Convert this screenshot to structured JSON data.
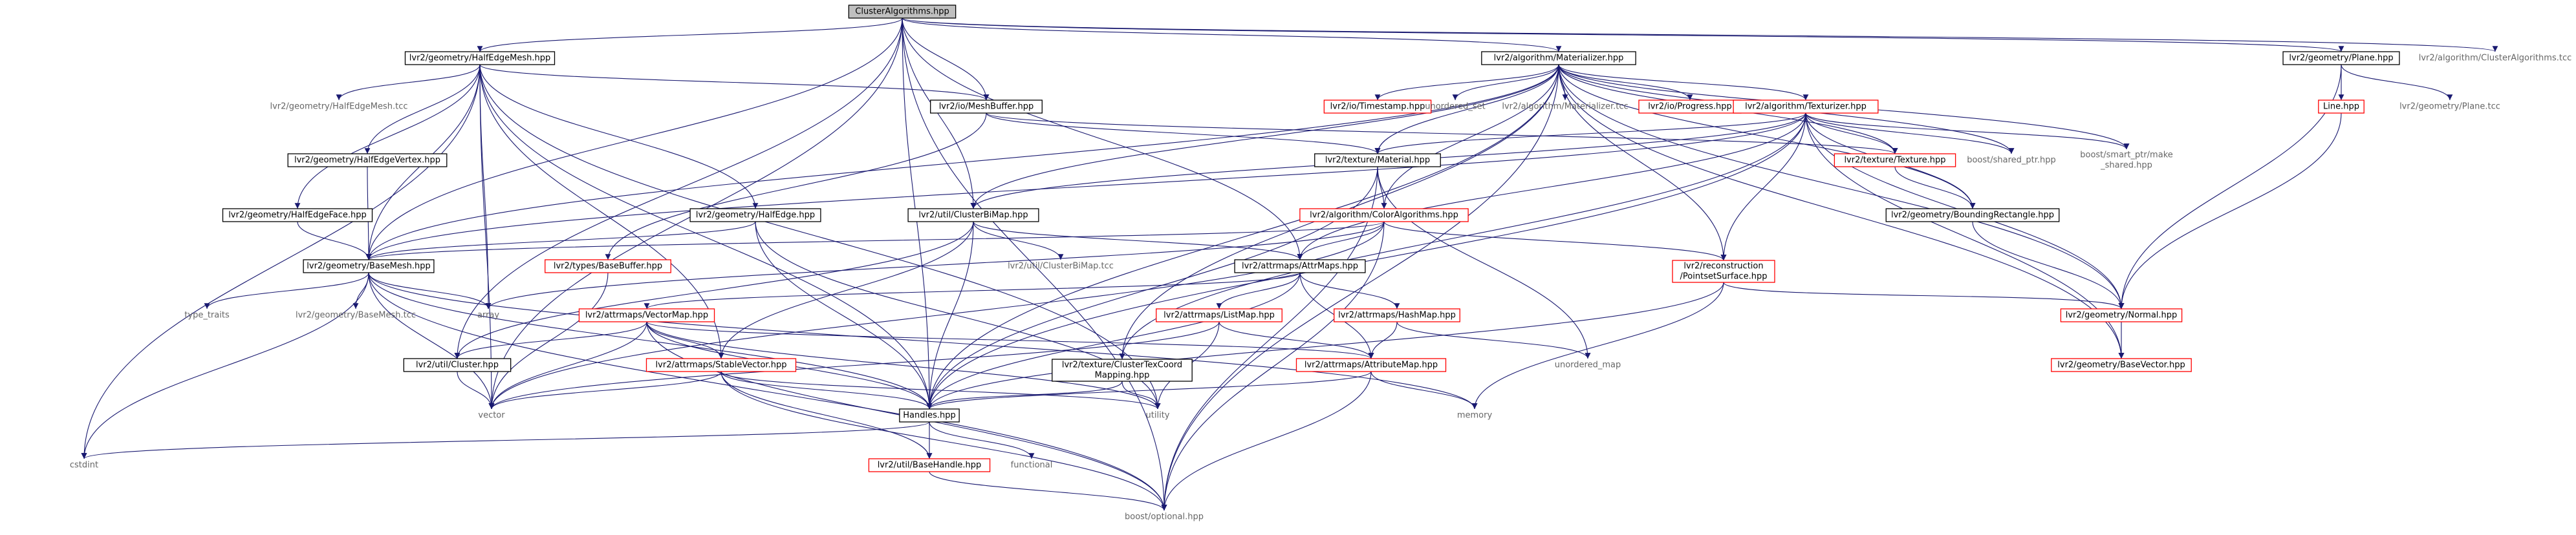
{
  "colors": {
    "edge": "#191970",
    "box_border_normal": "#000000",
    "box_border_truncated": "#ff0000",
    "text": "#000000",
    "text_external": "#666666",
    "root_fill": "#bfbfbf"
  },
  "nodes": [
    {
      "id": "ClusterAlgorithms.hpp",
      "label": [
        "ClusterAlgorithms.hpp"
      ],
      "kind": "root"
    },
    {
      "id": "HalfEdgeMesh.hpp",
      "label": [
        "lvr2/geometry/HalfEdgeMesh.hpp"
      ],
      "kind": "normal"
    },
    {
      "id": "Materializer.hpp",
      "label": [
        "lvr2/algorithm/Materializer.hpp"
      ],
      "kind": "normal"
    },
    {
      "id": "Plane.hpp",
      "label": [
        "lvr2/geometry/Plane.hpp"
      ],
      "kind": "normal"
    },
    {
      "id": "ClusterAlgorithms.tcc",
      "label": [
        "lvr2/algorithm/ClusterAlgorithms.tcc"
      ],
      "kind": "external"
    },
    {
      "id": "HalfEdgeMesh.tcc",
      "label": [
        "lvr2/geometry/HalfEdgeMesh.tcc"
      ],
      "kind": "external"
    },
    {
      "id": "MeshBuffer.hpp",
      "label": [
        "lvr2/io/MeshBuffer.hpp"
      ],
      "kind": "normal"
    },
    {
      "id": "Timestamp.hpp",
      "label": [
        "lvr2/io/Timestamp.hpp"
      ],
      "kind": "truncated"
    },
    {
      "id": "unordered_set",
      "label": [
        "unordered_set"
      ],
      "kind": "external"
    },
    {
      "id": "Materializer.tcc",
      "label": [
        "lvr2/algorithm/Materializer.tcc"
      ],
      "kind": "external"
    },
    {
      "id": "Progress.hpp",
      "label": [
        "lvr2/io/Progress.hpp"
      ],
      "kind": "truncated"
    },
    {
      "id": "Texturizer.hpp",
      "label": [
        "lvr2/algorithm/Texturizer.hpp"
      ],
      "kind": "truncated"
    },
    {
      "id": "Line.hpp",
      "label": [
        "Line.hpp"
      ],
      "kind": "truncated"
    },
    {
      "id": "Plane.tcc",
      "label": [
        "lvr2/geometry/Plane.tcc"
      ],
      "kind": "external"
    },
    {
      "id": "HalfEdgeVertex.hpp",
      "label": [
        "lvr2/geometry/HalfEdgeVertex.hpp"
      ],
      "kind": "normal"
    },
    {
      "id": "Material.hpp",
      "label": [
        "lvr2/texture/Material.hpp"
      ],
      "kind": "normal"
    },
    {
      "id": "Texture.hpp",
      "label": [
        "lvr2/texture/Texture.hpp"
      ],
      "kind": "truncated"
    },
    {
      "id": "shared_ptr.hpp",
      "label": [
        "boost/shared_ptr.hpp"
      ],
      "kind": "external"
    },
    {
      "id": "make_shared.hpp",
      "label": [
        "boost/smart_ptr/make",
        "_shared.hpp"
      ],
      "kind": "external"
    },
    {
      "id": "HalfEdgeFace.hpp",
      "label": [
        "lvr2/geometry/HalfEdgeFace.hpp"
      ],
      "kind": "normal"
    },
    {
      "id": "HalfEdge.hpp",
      "label": [
        "lvr2/geometry/HalfEdge.hpp"
      ],
      "kind": "normal"
    },
    {
      "id": "ClusterBiMap.hpp",
      "label": [
        "lvr2/util/ClusterBiMap.hpp"
      ],
      "kind": "normal"
    },
    {
      "id": "ColorAlgorithms.hpp",
      "label": [
        "lvr2/algorithm/ColorAlgorithms.hpp"
      ],
      "kind": "truncated"
    },
    {
      "id": "BoundingRectangle.hpp",
      "label": [
        "lvr2/geometry/BoundingRectangle.hpp"
      ],
      "kind": "normal"
    },
    {
      "id": "BaseMesh.hpp",
      "label": [
        "lvr2/geometry/BaseMesh.hpp"
      ],
      "kind": "normal"
    },
    {
      "id": "BaseBuffer.hpp",
      "label": [
        "lvr2/types/BaseBuffer.hpp"
      ],
      "kind": "truncated"
    },
    {
      "id": "ClusterBiMap.tcc",
      "label": [
        "lvr2/util/ClusterBiMap.tcc"
      ],
      "kind": "external"
    },
    {
      "id": "AttrMaps.hpp",
      "label": [
        "lvr2/attrmaps/AttrMaps.hpp"
      ],
      "kind": "normal"
    },
    {
      "id": "PointsetSurface.hpp",
      "label": [
        "lvr2/reconstruction",
        "/PointsetSurface.hpp"
      ],
      "kind": "truncated"
    },
    {
      "id": "type_traits",
      "label": [
        "type_traits"
      ],
      "kind": "external"
    },
    {
      "id": "BaseMesh.tcc",
      "label": [
        "lvr2/geometry/BaseMesh.tcc"
      ],
      "kind": "external"
    },
    {
      "id": "array",
      "label": [
        "array"
      ],
      "kind": "external"
    },
    {
      "id": "VectorMap.hpp",
      "label": [
        "lvr2/attrmaps/VectorMap.hpp"
      ],
      "kind": "truncated"
    },
    {
      "id": "ListMap.hpp",
      "label": [
        "lvr2/attrmaps/ListMap.hpp"
      ],
      "kind": "truncated"
    },
    {
      "id": "HashMap.hpp",
      "label": [
        "lvr2/attrmaps/HashMap.hpp"
      ],
      "kind": "truncated"
    },
    {
      "id": "Normal.hpp",
      "label": [
        "lvr2/geometry/Normal.hpp"
      ],
      "kind": "truncated"
    },
    {
      "id": "Cluster.hpp",
      "label": [
        "lvr2/util/Cluster.hpp"
      ],
      "kind": "normal"
    },
    {
      "id": "StableVector.hpp",
      "label": [
        "lvr2/attrmaps/StableVector.hpp"
      ],
      "kind": "truncated"
    },
    {
      "id": "ClusterTexCoordMapping.hpp",
      "label": [
        "lvr2/texture/ClusterTexCoord",
        "Mapping.hpp"
      ],
      "kind": "normal"
    },
    {
      "id": "AttributeMap.hpp",
      "label": [
        "lvr2/attrmaps/AttributeMap.hpp"
      ],
      "kind": "truncated"
    },
    {
      "id": "unordered_map",
      "label": [
        "unordered_map"
      ],
      "kind": "external"
    },
    {
      "id": "BaseVector.hpp",
      "label": [
        "lvr2/geometry/BaseVector.hpp"
      ],
      "kind": "truncated"
    },
    {
      "id": "vector",
      "label": [
        "vector"
      ],
      "kind": "external"
    },
    {
      "id": "Handles.hpp",
      "label": [
        "Handles.hpp"
      ],
      "kind": "normal"
    },
    {
      "id": "utility",
      "label": [
        "utility"
      ],
      "kind": "external"
    },
    {
      "id": "memory",
      "label": [
        "memory"
      ],
      "kind": "external"
    },
    {
      "id": "cstdint",
      "label": [
        "cstdint"
      ],
      "kind": "external"
    },
    {
      "id": "functional",
      "label": [
        "functional"
      ],
      "kind": "external"
    },
    {
      "id": "BaseHandle.hpp",
      "label": [
        "lvr2/util/BaseHandle.hpp"
      ],
      "kind": "truncated"
    },
    {
      "id": "optional.hpp",
      "label": [
        "boost/optional.hpp"
      ],
      "kind": "external"
    }
  ],
  "edges": [
    [
      "ClusterAlgorithms.hpp",
      "HalfEdgeMesh.hpp"
    ],
    [
      "ClusterAlgorithms.hpp",
      "Materializer.hpp"
    ],
    [
      "ClusterAlgorithms.hpp",
      "Plane.hpp"
    ],
    [
      "ClusterAlgorithms.hpp",
      "ClusterAlgorithms.tcc"
    ],
    [
      "ClusterAlgorithms.hpp",
      "MeshBuffer.hpp"
    ],
    [
      "ClusterAlgorithms.hpp",
      "ClusterBiMap.hpp"
    ],
    [
      "ClusterAlgorithms.hpp",
      "BaseMesh.hpp"
    ],
    [
      "ClusterAlgorithms.hpp",
      "AttrMaps.hpp"
    ],
    [
      "ClusterAlgorithms.hpp",
      "Cluster.hpp"
    ],
    [
      "ClusterAlgorithms.hpp",
      "vector"
    ],
    [
      "ClusterAlgorithms.hpp",
      "Handles.hpp"
    ],
    [
      "ClusterAlgorithms.hpp",
      "optional.hpp"
    ],
    [
      "HalfEdgeMesh.hpp",
      "HalfEdgeMesh.tcc"
    ],
    [
      "HalfEdgeMesh.hpp",
      "MeshBuffer.hpp"
    ],
    [
      "HalfEdgeMesh.hpp",
      "HalfEdgeVertex.hpp"
    ],
    [
      "HalfEdgeMesh.hpp",
      "HalfEdgeFace.hpp"
    ],
    [
      "HalfEdgeMesh.hpp",
      "HalfEdge.hpp"
    ],
    [
      "HalfEdgeMesh.hpp",
      "BaseMesh.hpp"
    ],
    [
      "HalfEdgeMesh.hpp",
      "array"
    ],
    [
      "HalfEdgeMesh.hpp",
      "StableVector.hpp"
    ],
    [
      "HalfEdgeMesh.hpp",
      "vector"
    ],
    [
      "HalfEdgeMesh.hpp",
      "Handles.hpp"
    ],
    [
      "HalfEdgeMesh.hpp",
      "cstdint"
    ],
    [
      "HalfEdgeMesh.hpp",
      "utility"
    ],
    [
      "Materializer.hpp",
      "Timestamp.hpp"
    ],
    [
      "Materializer.hpp",
      "unordered_set"
    ],
    [
      "Materializer.hpp",
      "Materializer.tcc"
    ],
    [
      "Materializer.hpp",
      "Progress.hpp"
    ],
    [
      "Materializer.hpp",
      "Texturizer.hpp"
    ],
    [
      "Materializer.hpp",
      "Material.hpp"
    ],
    [
      "Materializer.hpp",
      "Texture.hpp"
    ],
    [
      "Materializer.hpp",
      "shared_ptr.hpp"
    ],
    [
      "Materializer.hpp",
      "make_shared.hpp"
    ],
    [
      "Materializer.hpp",
      "ClusterBiMap.hpp"
    ],
    [
      "Materializer.hpp",
      "ColorAlgorithms.hpp"
    ],
    [
      "Materializer.hpp",
      "BoundingRectangle.hpp"
    ],
    [
      "Materializer.hpp",
      "BaseMesh.hpp"
    ],
    [
      "Materializer.hpp",
      "PointsetSurface.hpp"
    ],
    [
      "Materializer.hpp",
      "Normal.hpp"
    ],
    [
      "Materializer.hpp",
      "ClusterTexCoordMapping.hpp"
    ],
    [
      "Materializer.hpp",
      "BaseVector.hpp"
    ],
    [
      "Materializer.hpp",
      "Handles.hpp"
    ],
    [
      "Materializer.hpp",
      "optional.hpp"
    ],
    [
      "Plane.hpp",
      "Line.hpp"
    ],
    [
      "Plane.hpp",
      "Plane.tcc"
    ],
    [
      "Plane.hpp",
      "Normal.hpp"
    ],
    [
      "Line.hpp",
      "Normal.hpp"
    ],
    [
      "MeshBuffer.hpp",
      "Material.hpp"
    ],
    [
      "MeshBuffer.hpp",
      "Texture.hpp"
    ],
    [
      "MeshBuffer.hpp",
      "BaseBuffer.hpp"
    ],
    [
      "Texturizer.hpp",
      "Material.hpp"
    ],
    [
      "Texturizer.hpp",
      "Texture.hpp"
    ],
    [
      "Texturizer.hpp",
      "shared_ptr.hpp"
    ],
    [
      "Texturizer.hpp",
      "make_shared.hpp"
    ],
    [
      "Texturizer.hpp",
      "ClusterBiMap.hpp"
    ],
    [
      "Texturizer.hpp",
      "BoundingRectangle.hpp"
    ],
    [
      "Texturizer.hpp",
      "BaseMesh.hpp"
    ],
    [
      "Texturizer.hpp",
      "PointsetSurface.hpp"
    ],
    [
      "Texturizer.hpp",
      "Normal.hpp"
    ],
    [
      "Texturizer.hpp",
      "ClusterTexCoordMapping.hpp"
    ],
    [
      "Texturizer.hpp",
      "BaseVector.hpp"
    ],
    [
      "Texturizer.hpp",
      "Handles.hpp"
    ],
    [
      "Texturizer.hpp",
      "AttrMaps.hpp"
    ],
    [
      "HalfEdgeVertex.hpp",
      "BaseMesh.hpp"
    ],
    [
      "HalfEdgeFace.hpp",
      "BaseMesh.hpp"
    ],
    [
      "HalfEdge.hpp",
      "BaseMesh.hpp"
    ],
    [
      "HalfEdge.hpp",
      "Handles.hpp"
    ],
    [
      "HalfEdge.hpp",
      "utility"
    ],
    [
      "Material.hpp",
      "ColorAlgorithms.hpp"
    ],
    [
      "Material.hpp",
      "unordered_map"
    ],
    [
      "Material.hpp",
      "optional.hpp"
    ],
    [
      "Material.hpp",
      "Handles.hpp"
    ],
    [
      "Texture.hpp",
      "BoundingRectangle.hpp"
    ],
    [
      "BoundingRectangle.hpp",
      "Normal.hpp"
    ],
    [
      "ClusterBiMap.hpp",
      "ClusterBiMap.tcc"
    ],
    [
      "ClusterBiMap.hpp",
      "Cluster.hpp"
    ],
    [
      "ClusterBiMap.hpp",
      "StableVector.hpp"
    ],
    [
      "ClusterBiMap.hpp",
      "Handles.hpp"
    ],
    [
      "ClusterBiMap.hpp",
      "AttrMaps.hpp"
    ],
    [
      "ColorAlgorithms.hpp",
      "BaseMesh.hpp"
    ],
    [
      "ColorAlgorithms.hpp",
      "AttrMaps.hpp"
    ],
    [
      "ColorAlgorithms.hpp",
      "PointsetSurface.hpp"
    ],
    [
      "ColorAlgorithms.hpp",
      "array"
    ],
    [
      "ColorAlgorithms.hpp",
      "vector"
    ],
    [
      "ColorAlgorithms.hpp",
      "optional.hpp"
    ],
    [
      "BaseMesh.hpp",
      "type_traits"
    ],
    [
      "BaseMesh.hpp",
      "BaseMesh.tcc"
    ],
    [
      "BaseMesh.hpp",
      "array"
    ],
    [
      "BaseMesh.hpp",
      "vector"
    ],
    [
      "BaseMesh.hpp",
      "Handles.hpp"
    ],
    [
      "BaseMesh.hpp",
      "cstdint"
    ],
    [
      "BaseMesh.hpp",
      "memory"
    ],
    [
      "BaseMesh.hpp",
      "optional.hpp"
    ],
    [
      "BaseBuffer.hpp",
      "vector"
    ],
    [
      "AttrMaps.hpp",
      "VectorMap.hpp"
    ],
    [
      "AttrMaps.hpp",
      "ListMap.hpp"
    ],
    [
      "AttrMaps.hpp",
      "HashMap.hpp"
    ],
    [
      "AttrMaps.hpp",
      "AttributeMap.hpp"
    ],
    [
      "AttrMaps.hpp",
      "Handles.hpp"
    ],
    [
      "PointsetSurface.hpp",
      "Normal.hpp"
    ],
    [
      "PointsetSurface.hpp",
      "memory"
    ],
    [
      "PointsetSurface.hpp",
      "Handles.hpp"
    ],
    [
      "VectorMap.hpp",
      "AttributeMap.hpp"
    ],
    [
      "VectorMap.hpp",
      "StableVector.hpp"
    ],
    [
      "VectorMap.hpp",
      "Cluster.hpp"
    ],
    [
      "VectorMap.hpp",
      "vector"
    ],
    [
      "VectorMap.hpp",
      "Handles.hpp"
    ],
    [
      "VectorMap.hpp",
      "utility"
    ],
    [
      "VectorMap.hpp",
      "optional.hpp"
    ],
    [
      "ListMap.hpp",
      "AttributeMap.hpp"
    ],
    [
      "ListMap.hpp",
      "vector"
    ],
    [
      "ListMap.hpp",
      "utility"
    ],
    [
      "HashMap.hpp",
      "AttributeMap.hpp"
    ],
    [
      "HashMap.hpp",
      "unordered_map"
    ],
    [
      "Normal.hpp",
      "BaseVector.hpp"
    ],
    [
      "Cluster.hpp",
      "vector"
    ],
    [
      "StableVector.hpp",
      "vector"
    ],
    [
      "StableVector.hpp",
      "utility"
    ],
    [
      "StableVector.hpp",
      "Handles.hpp"
    ],
    [
      "StableVector.hpp",
      "BaseHandle.hpp"
    ],
    [
      "StableVector.hpp",
      "optional.hpp"
    ],
    [
      "ClusterTexCoordMapping.hpp",
      "Handles.hpp"
    ],
    [
      "ClusterTexCoordMapping.hpp",
      "utility"
    ],
    [
      "AttributeMap.hpp",
      "Handles.hpp"
    ],
    [
      "AttributeMap.hpp",
      "memory"
    ],
    [
      "AttributeMap.hpp",
      "optional.hpp"
    ],
    [
      "Handles.hpp",
      "cstdint"
    ],
    [
      "Handles.hpp",
      "functional"
    ],
    [
      "Handles.hpp",
      "BaseHandle.hpp"
    ],
    [
      "BaseHandle.hpp",
      "optional.hpp"
    ]
  ]
}
